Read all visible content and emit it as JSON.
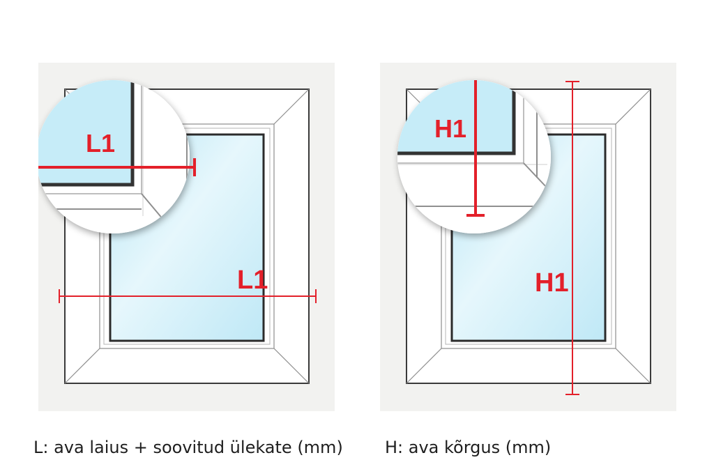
{
  "diagrams": {
    "width": {
      "zoom_label": "L1",
      "main_label": "L1"
    },
    "height": {
      "zoom_label": "H1",
      "main_label": "H1"
    }
  },
  "captions": {
    "width": "L: ava laius + soovitud ülekate (mm)",
    "height": "H: ava kõrgus (mm)"
  },
  "colors": {
    "measure_line": "#e3202a",
    "glass": "#c6ecf8",
    "frame_outline": "#3a3a3a",
    "panel_background": "#f2f2f0"
  }
}
